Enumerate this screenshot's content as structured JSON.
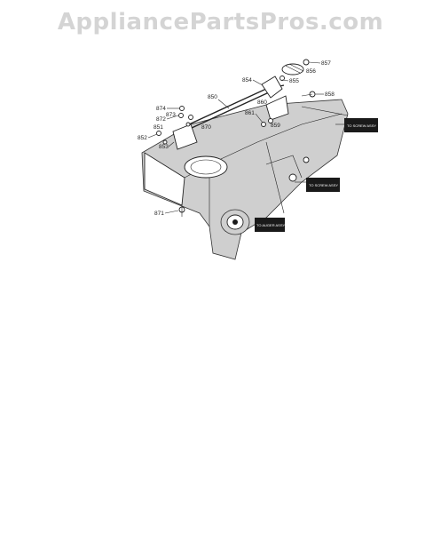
{
  "watermark": "AppliancePartsPros.com",
  "callouts": [
    {
      "id": "857",
      "label": "857"
    },
    {
      "id": "856",
      "label": "856"
    },
    {
      "id": "854",
      "label": "854"
    },
    {
      "id": "855",
      "label": "855"
    },
    {
      "id": "858",
      "label": "858"
    },
    {
      "id": "850",
      "label": "850"
    },
    {
      "id": "860",
      "label": "860"
    },
    {
      "id": "874",
      "label": "874"
    },
    {
      "id": "873",
      "label": "873"
    },
    {
      "id": "872",
      "label": "872"
    },
    {
      "id": "870",
      "label": "870"
    },
    {
      "id": "861",
      "label": "861"
    },
    {
      "id": "859",
      "label": "859"
    },
    {
      "id": "851",
      "label": "851"
    },
    {
      "id": "852",
      "label": "852"
    },
    {
      "id": "853",
      "label": "853"
    },
    {
      "id": "871",
      "label": "871"
    }
  ],
  "reference_tags": [
    {
      "id": "tag-right-top",
      "label": "TO SCREW ASSY"
    },
    {
      "id": "tag-right-mid",
      "label": "TO SCREW ASSY"
    },
    {
      "id": "tag-bottom",
      "label": "TO AUGER ASSY"
    }
  ]
}
